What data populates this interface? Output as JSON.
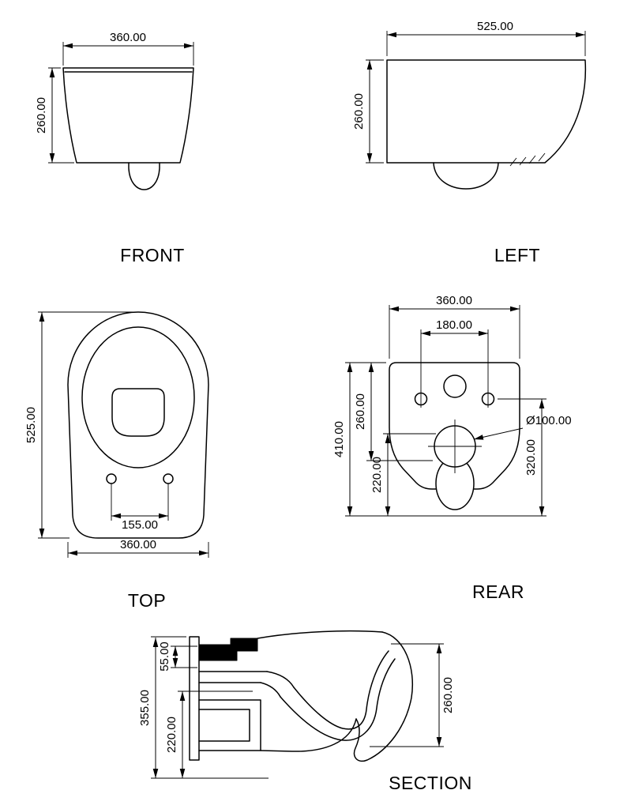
{
  "drawing": {
    "views": {
      "front": {
        "label": "FRONT",
        "dim_width": "360.00",
        "dim_height": "260.00"
      },
      "left": {
        "label": "LEFT",
        "dim_depth": "525.00",
        "dim_height": "260.00"
      },
      "top": {
        "label": "TOP",
        "dim_depth": "525.00",
        "dim_hole_spacing": "155.00",
        "dim_width": "360.00"
      },
      "rear": {
        "label": "REAR",
        "dim_width": "360.00",
        "dim_hole_spacing": "180.00",
        "dim_height_overall": "410.00",
        "dim_top_to_drain": "260.00",
        "dim_drain_height": "220.00",
        "dim_side_height": "320.00",
        "dim_drain_diameter": "Ø100.00"
      },
      "section": {
        "label": "SECTION",
        "dim_fixing_depth": "55.00",
        "dim_overall_depth": "355.00",
        "dim_trap_depth": "220.00",
        "dim_bowl_height": "260.00"
      }
    }
  }
}
